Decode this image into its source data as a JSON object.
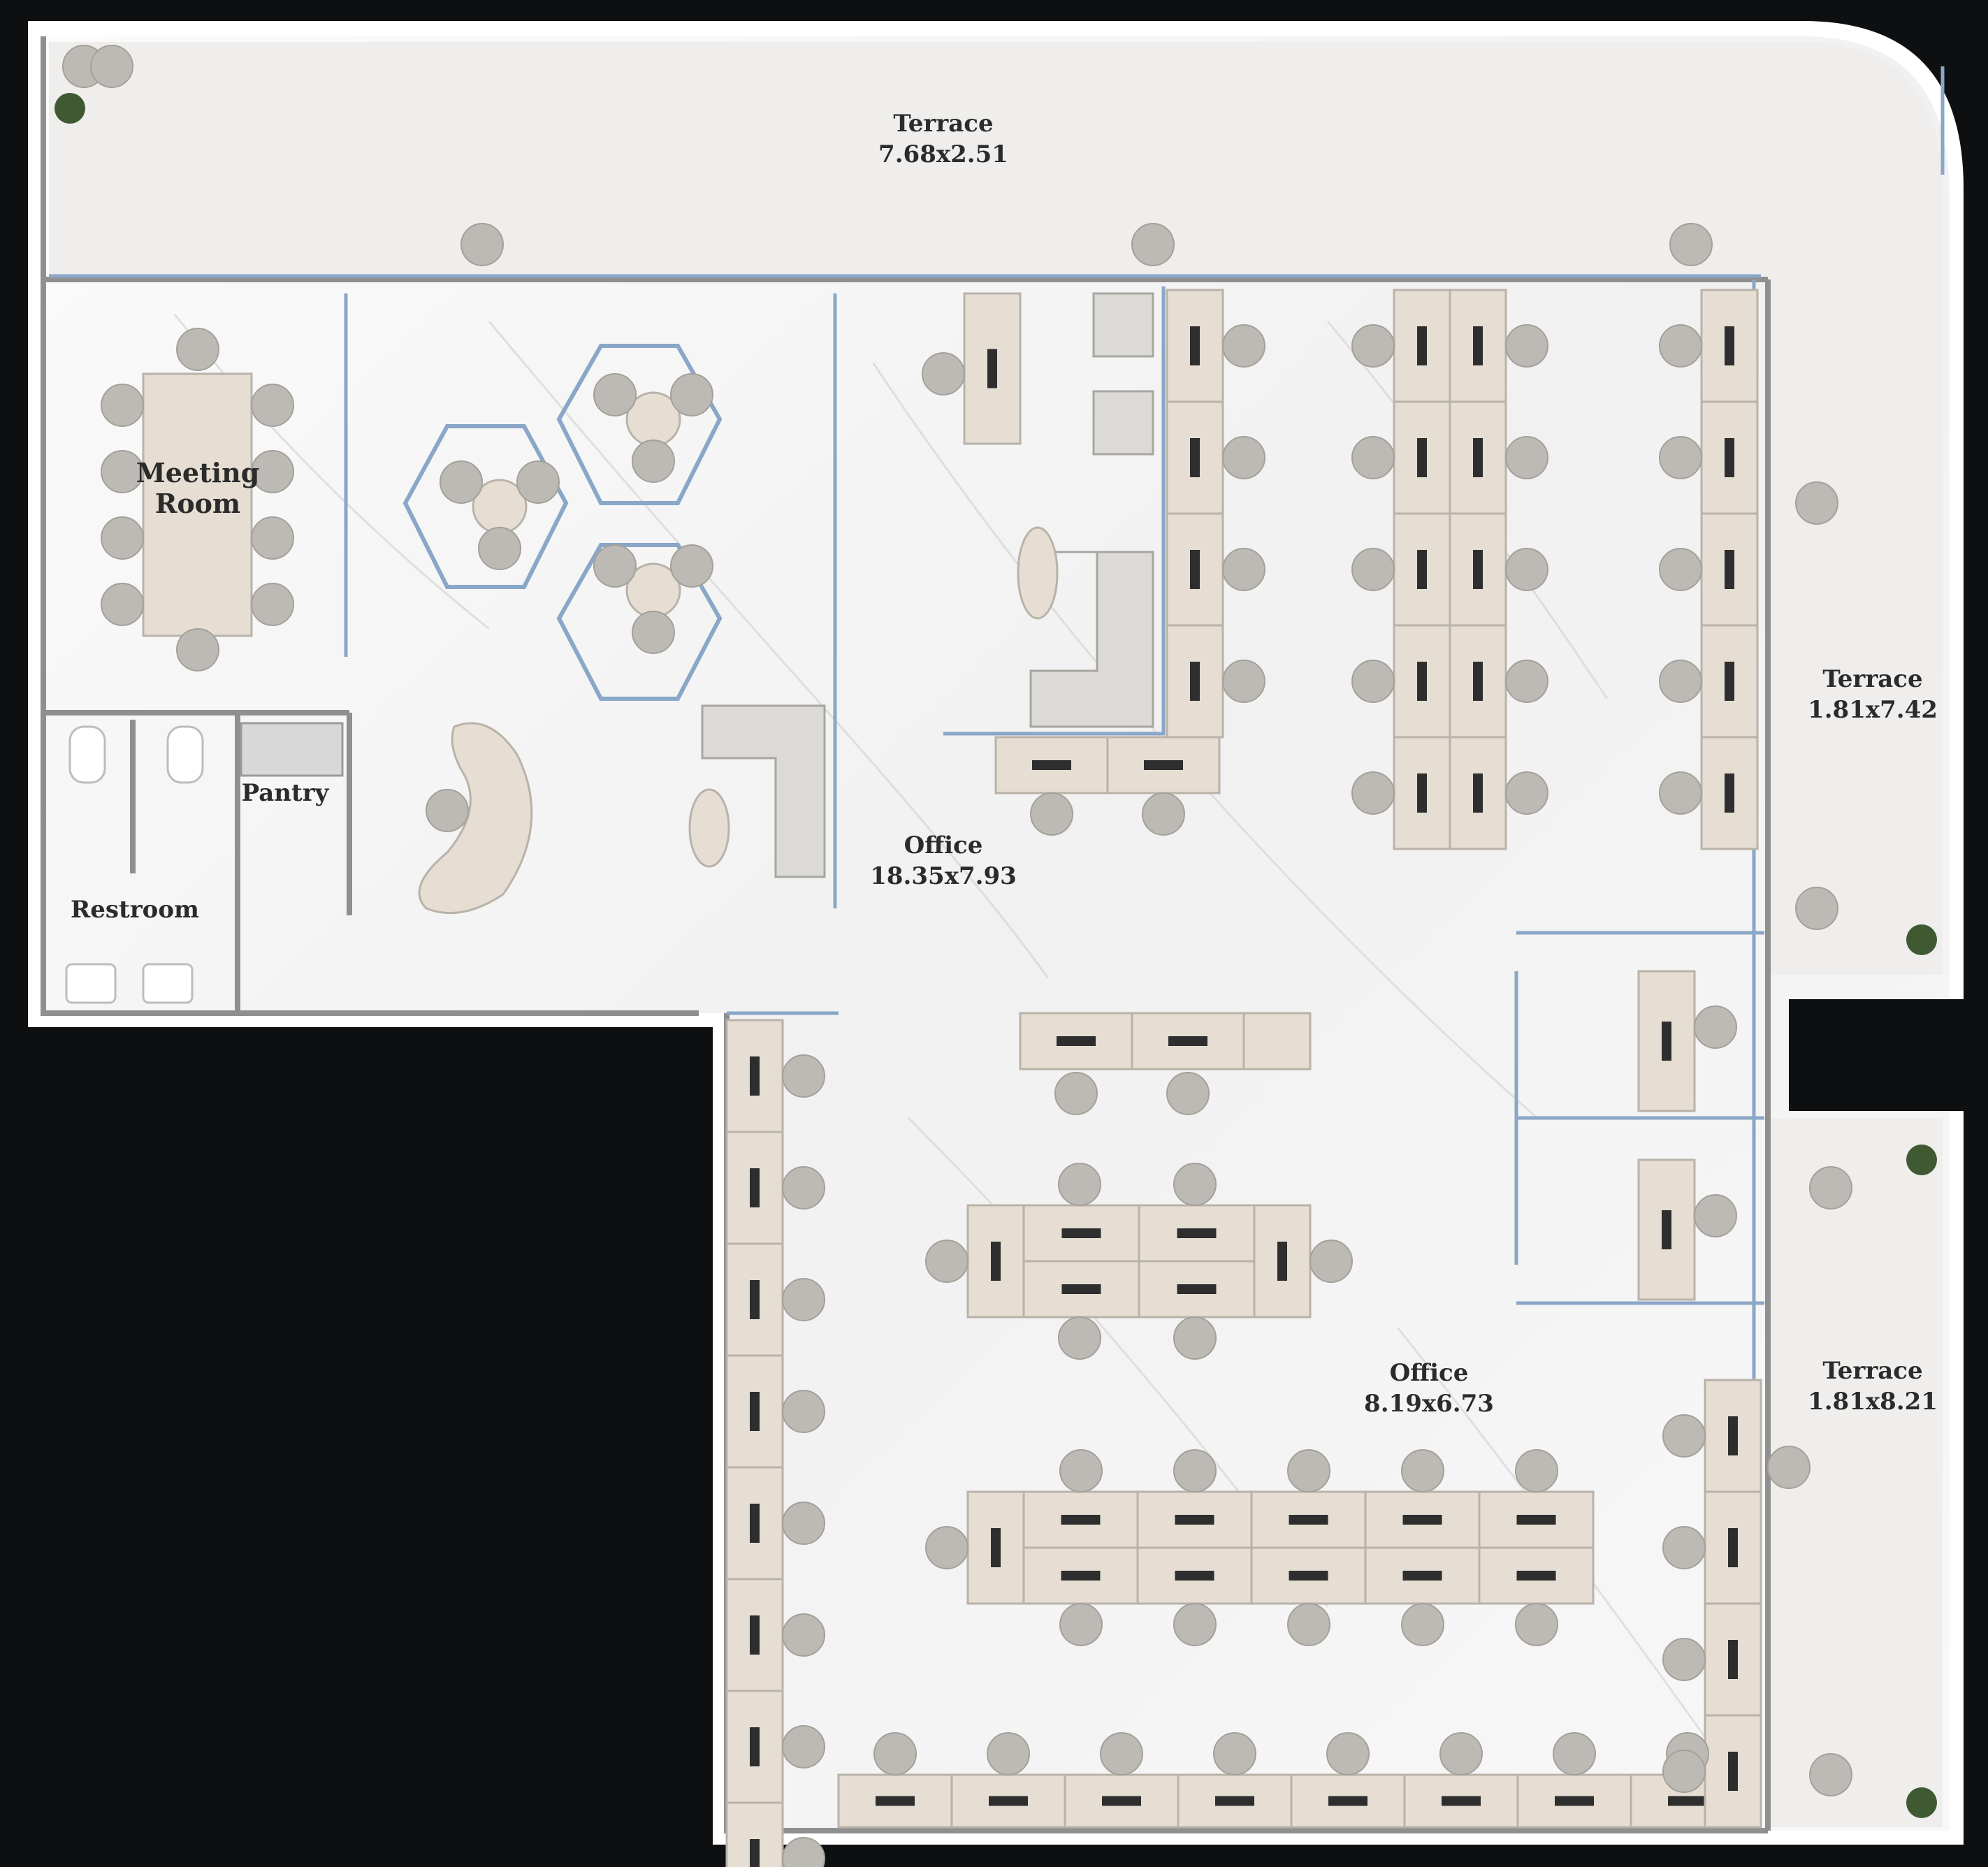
{
  "floor_plan": {
    "colors": {
      "background": "#0e0f10",
      "floor": "#f6f6f6",
      "terrace": "#efefec",
      "wall": "#9a9a9a",
      "glass": "#8aa6c8",
      "desk": "#e6ddd3",
      "chair": "#bdb9b4",
      "monitor": "#2e2e2e"
    },
    "rooms": {
      "terrace_top": {
        "name": "Terrace",
        "size": "7.68x2.51"
      },
      "terrace_right_upper": {
        "name": "Terrace",
        "size": "1.81x7.42"
      },
      "terrace_right_lower": {
        "name": "Terrace",
        "size": "1.81x8.21"
      },
      "meeting_room": {
        "name_line1": "Meeting",
        "name_line2": "Room"
      },
      "pantry": {
        "name": "Pantry"
      },
      "restroom": {
        "name": "Restroom"
      },
      "office_main": {
        "name": "Office",
        "size": "18.35x7.93"
      },
      "office_lower": {
        "name": "Office",
        "size": "8.19x6.73"
      }
    }
  }
}
